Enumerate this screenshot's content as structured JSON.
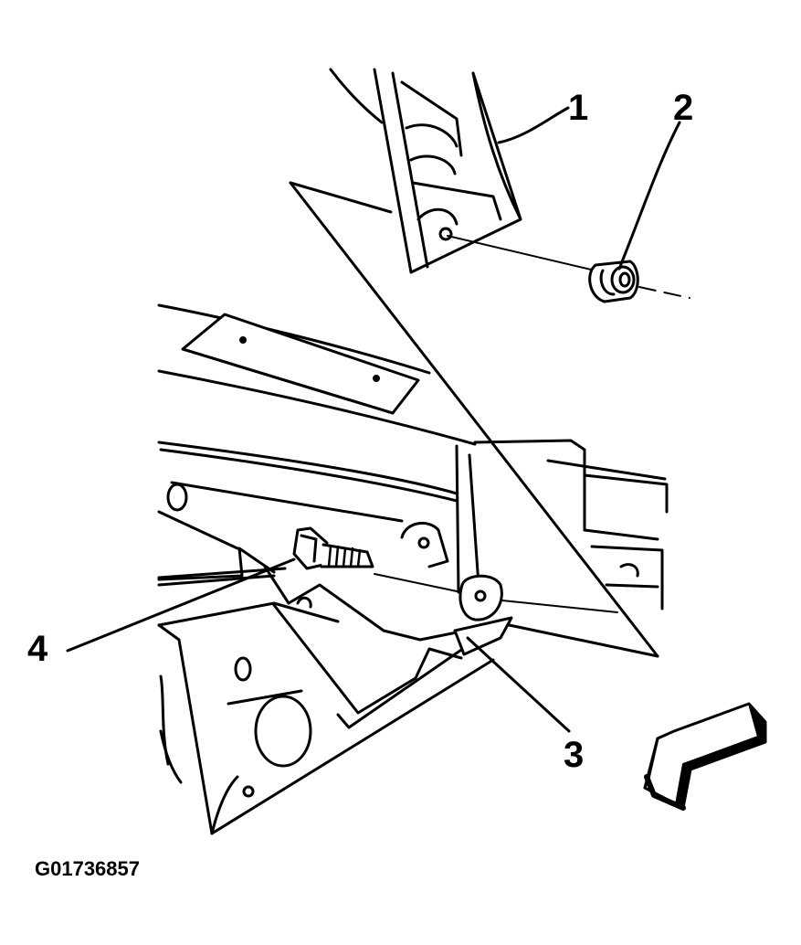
{
  "callouts": {
    "c1": "1",
    "c2": "2",
    "c3": "3",
    "c4": "4"
  },
  "figure_id": "G01736857",
  "colors": {
    "line": "#000000",
    "background": "#ffffff"
  }
}
